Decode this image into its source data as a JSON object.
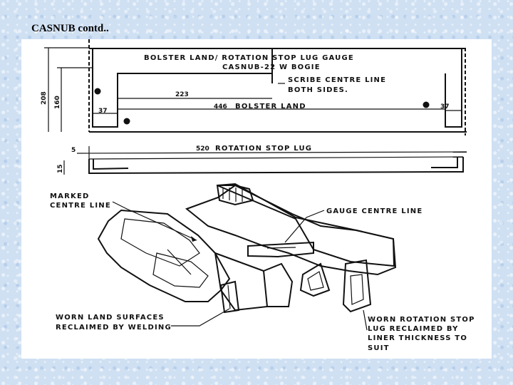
{
  "slide": {
    "title": "CASNUB contd.."
  },
  "gauge": {
    "title_line1": "BOLSTER LAND/ ROTATION STOP LUG GAUGE",
    "title_line2": "CASNUB-22 W BOGIE",
    "scribe_line1": "SCRIBE CENTRE LINE",
    "scribe_line2": "BOTH SIDES.",
    "dim_223": "223",
    "dim_446": "446",
    "bolster_land": "BOLSTER LAND",
    "dim_37_left": "37",
    "dim_37_right": "37",
    "dim_208": "208",
    "dim_160": "160"
  },
  "lug_gauge": {
    "dim_5": "5",
    "dim_520": "520",
    "rotation_stop_lug": "ROTATION STOP LUG",
    "dim_15": "15"
  },
  "bolster_view": {
    "marked_line1": "MARKED",
    "marked_line2": "CENTRE LINE",
    "gauge_centre_line": "GAUGE CENTRE LINE",
    "worn_land_line1": "WORN LAND SURFACES",
    "worn_land_line2": "RECLAIMED BY WELDING",
    "worn_rot_line1": "WORN ROTATION STOP",
    "worn_rot_line2": "LUG RECLAIMED BY",
    "worn_rot_line3": "LINER THICKNESS TO",
    "worn_rot_line4": "SUIT"
  }
}
